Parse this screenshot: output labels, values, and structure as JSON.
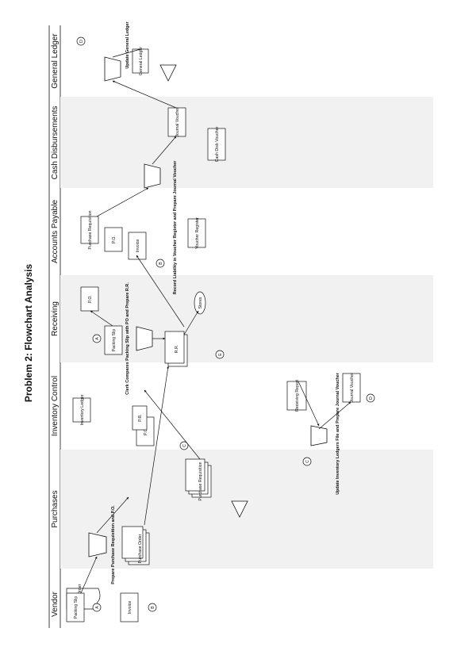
{
  "title": "Problem 2: Flowchart Analysis",
  "lanes": [
    "Vendor",
    "Purchases",
    "Inventory Control",
    "Receiving",
    "Accounts Payable",
    "Cash Disbursements",
    "General Ledger"
  ],
  "connectors": [
    "A",
    "B",
    "C",
    "D",
    "E"
  ],
  "documents": {
    "purchase_order": "Purchase Order",
    "packing_slip": "Packing Slip",
    "invoice": "Invoice",
    "inventory_ledger": "Inventory Ledger",
    "purchase_requisition": "Purchase Requisition",
    "po": "P.O.",
    "pr": "P.R.",
    "rr": "R.R.",
    "receiving_report": "Receiving Report",
    "journal_voucher": "Journal Voucher",
    "voucher_register": "Voucher Register",
    "general_ledger": "General Ledger",
    "cash_disb_voucher": "Cash Disb Voucher",
    "stores": "Stores"
  },
  "annotations": {
    "prepare_pr_po": "Prepare Purchase Requisition and P.O.",
    "clerk_compares": "Clerk Compares Packing Slip with PO and Prepare R.R.",
    "update_inventory": "Update Inventory Ledgers File and Prepare Journal Voucher",
    "record_liability": "Record Liability in Voucher Register and Prepare Journal Voucher",
    "update_gl": "Update General Ledger"
  }
}
